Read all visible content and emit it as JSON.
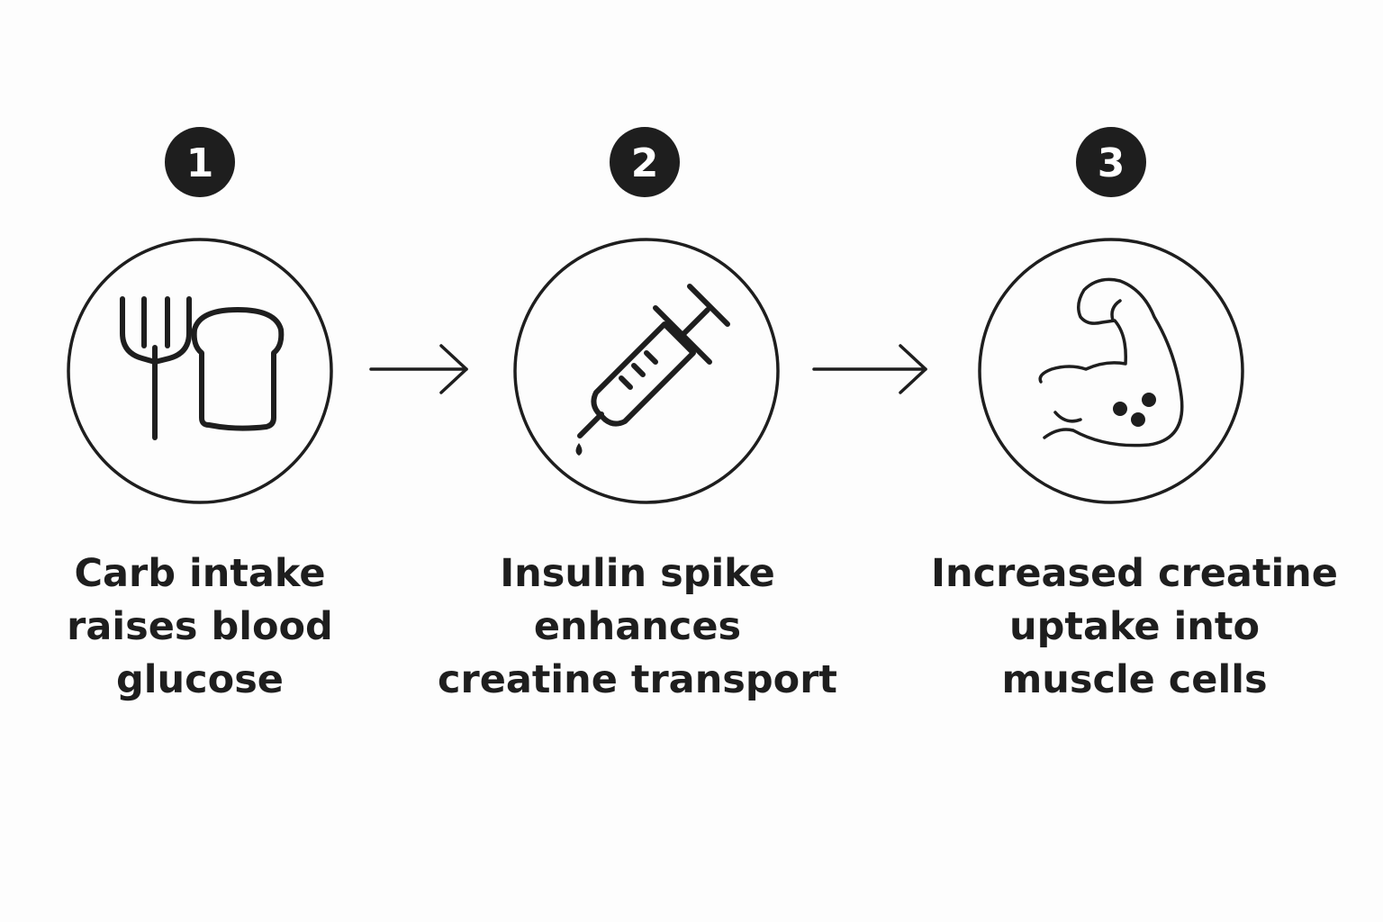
{
  "colors": {
    "background": "#fdfdfd",
    "ink": "#1e1e1e",
    "badge_fill": "#1e1e1e",
    "badge_text": "#ffffff"
  },
  "steps": [
    {
      "number": "1",
      "icon": "fork-and-bread-icon",
      "caption_lines": [
        "Carb intake",
        "raises blood",
        "glucose"
      ]
    },
    {
      "number": "2",
      "icon": "syringe-icon",
      "caption_lines": [
        "Insulin spike",
        "enhances",
        "creatine transport"
      ]
    },
    {
      "number": "3",
      "icon": "flexed-muscle-icon",
      "caption_lines": [
        "Increased creatine",
        "uptake into",
        "muscle cells"
      ]
    }
  ],
  "connectors": [
    "arrow-right-icon",
    "arrow-right-icon"
  ]
}
